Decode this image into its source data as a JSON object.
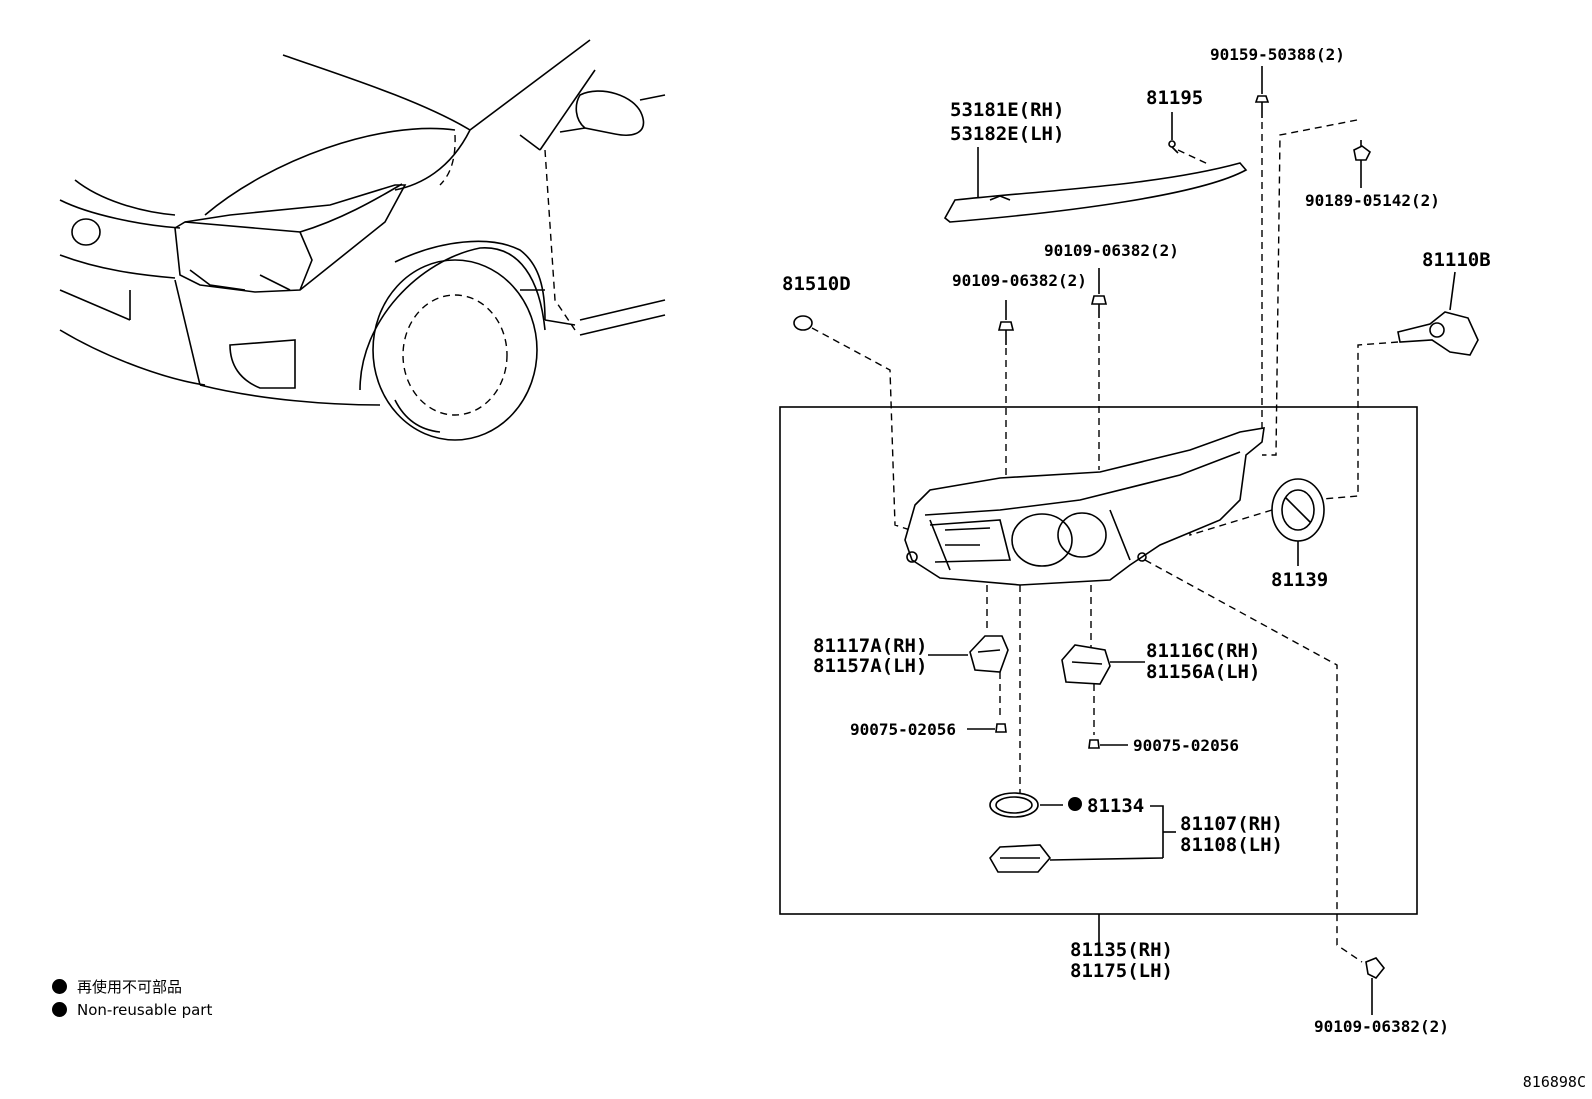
{
  "labels": {
    "p53181": "53181E(RH)",
    "p53182": "53182E(LH)",
    "p81195": "81195",
    "p90159": "90159-50388(2)",
    "p90189": "90189-05142(2)",
    "p90109a": "90109-06382(2)",
    "p90109b": "90109-06382(2)",
    "p81510": "81510D",
    "p81110": "81110B",
    "p81139": "81139",
    "p81117": "81117A(RH)",
    "p81157": "81157A(LH)",
    "p81116": "81116C(RH)",
    "p81156": "81156A(LH)",
    "p90075a": "90075-02056",
    "p90075b": "90075-02056",
    "p81134": "81134",
    "p81107": "81107(RH)",
    "p81108": "81108(LH)",
    "p81135": "81135(RH)",
    "p81175": "81175(LH)",
    "p90109c": "90109-06382(2)"
  },
  "legend": {
    "jp": "再使用不可部品",
    "en": "Non-reusable part"
  },
  "diagram_id": "816898C"
}
